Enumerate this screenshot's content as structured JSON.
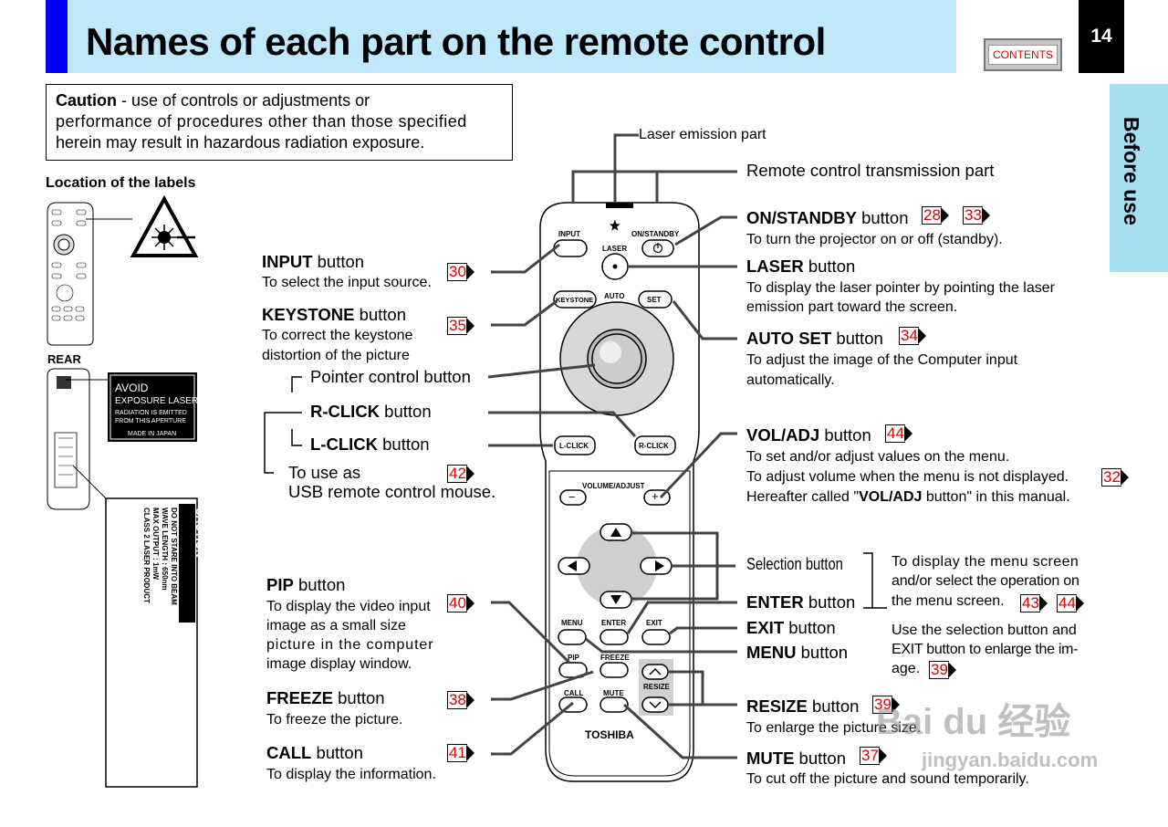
{
  "header": {
    "title": "Names of each part on the remote control",
    "contents_label": "CONTENTS",
    "page_number": "14",
    "side_tab": "Before use"
  },
  "caution": {
    "bold": "Caution",
    "text1": " - use of controls or adjustments or",
    "text2": "performance of procedures other than those specified",
    "text3": "herein may result in hazardous radiation exposure."
  },
  "labels_location": {
    "title": "Location of the labels",
    "rear": "REAR",
    "avoid": [
      "AVOID",
      "EXPOSURE LASER",
      "RADIATION IS EMITTED",
      "FROM THIS APERTURE",
      "MADE IN JAPAN"
    ],
    "caution_label": [
      "CAUTION",
      "LASER RADIATION",
      "DO NOT STARE INTO BEAM",
      "WAVE LENGTH : 650nm",
      "MAX OUTPUT : 1mW",
      "CLASS 2 LASER PRODUCT"
    ]
  },
  "remote": {
    "input": "INPUT",
    "on_standby": "ON/STANDBY",
    "laser": "LASER",
    "keystone": "KEYSTONE",
    "auto": "AUTO",
    "set": "SET",
    "lclick": "L-CLICK",
    "rclick": "R-CLICK",
    "volume_adjust": "VOLUME/ADJUST",
    "minus": "−",
    "plus": "+",
    "menu": "MENU",
    "enter": "ENTER",
    "exit": "EXIT",
    "pip": "PIP",
    "freeze": "FREEZE",
    "resize": "RESIZE",
    "call": "CALL",
    "mute": "MUTE",
    "brand": "TOSHIBA"
  },
  "left": {
    "input": {
      "bold": "INPUT",
      "rest": " button",
      "desc": "To select the input source.",
      "ref": "30"
    },
    "keystone": {
      "bold": "KEYSTONE",
      "rest": " button",
      "desc1": "To correct the keystone",
      "desc2": "distortion of the picture",
      "ref": "35"
    },
    "pointer": "Pointer control button",
    "rclick": {
      "bold": "R-CLICK",
      "rest": " button"
    },
    "lclick": {
      "bold": "L-CLICK",
      "rest": " button"
    },
    "usb1": "To use as",
    "usb2": "USB remote control mouse.",
    "usb_ref": "42",
    "pip": {
      "bold": "PIP",
      "rest": " button",
      "desc1": "To display the video input",
      "desc2": "image as a small size",
      "desc3": "picture in the computer",
      "desc4": "image display window.",
      "ref": "40"
    },
    "freeze": {
      "bold": "FREEZE",
      "rest": " button",
      "desc": "To freeze the picture.",
      "ref": "38"
    },
    "call": {
      "bold": "CALL",
      "rest": " button",
      "desc": "To display the information.",
      "ref": "41"
    }
  },
  "right": {
    "laser_emission": "Laser emission part",
    "transmission": "Remote control transmission part",
    "onstandby": {
      "bold": "ON/STANDBY",
      "rest": " button",
      "desc": "To turn the projector on or off (standby).",
      "ref1": "28",
      "ref2": "33"
    },
    "laser": {
      "bold": "LASER",
      "rest": " button",
      "desc1": "To display the laser pointer by pointing the laser",
      "desc2": "emission part toward the screen."
    },
    "autoset": {
      "bold": "AUTO SET",
      "rest": " button",
      "desc1": "To adjust the image of the Computer input",
      "desc2": "automatically.",
      "ref": "34"
    },
    "voladj": {
      "bold": "VOL/ADJ",
      "rest": " button",
      "desc1": "To set and/or adjust values on the menu.",
      "desc2": "To adjust volume when the menu is not displayed.",
      "desc3a": "Hereafter called \"",
      "desc3b": "VOL/ADJ",
      "desc3c": " button\" in this manual.",
      "ref": "44",
      "ref2": "32"
    },
    "selection": "Selection button",
    "enter": {
      "bold": "ENTER",
      "rest": " button"
    },
    "exit": {
      "bold": "EXIT",
      "rest": " button"
    },
    "menu": {
      "bold": "MENU",
      "rest": " button"
    },
    "sel_desc1": "To display the menu screen",
    "sel_desc2": "and/or select the operation on",
    "sel_desc3": "the menu screen.",
    "sel_ref1": "43",
    "sel_ref2": "44",
    "sel_desc4": "Use the selection button and",
    "sel_desc5": "EXIT button to enlarge the im-",
    "sel_desc6": "age.",
    "sel_ref3": "39",
    "resize": {
      "bold": "RESIZE",
      "rest": " button",
      "desc": "To enlarge the picture size.",
      "ref": "39"
    },
    "mute": {
      "bold": "MUTE",
      "rest": " button",
      "desc": "To cut off the picture and sound temporarily.",
      "ref": "37"
    }
  },
  "watermark": {
    "line1": "Bai du 经验",
    "line2": "jingyan.baidu.com"
  }
}
